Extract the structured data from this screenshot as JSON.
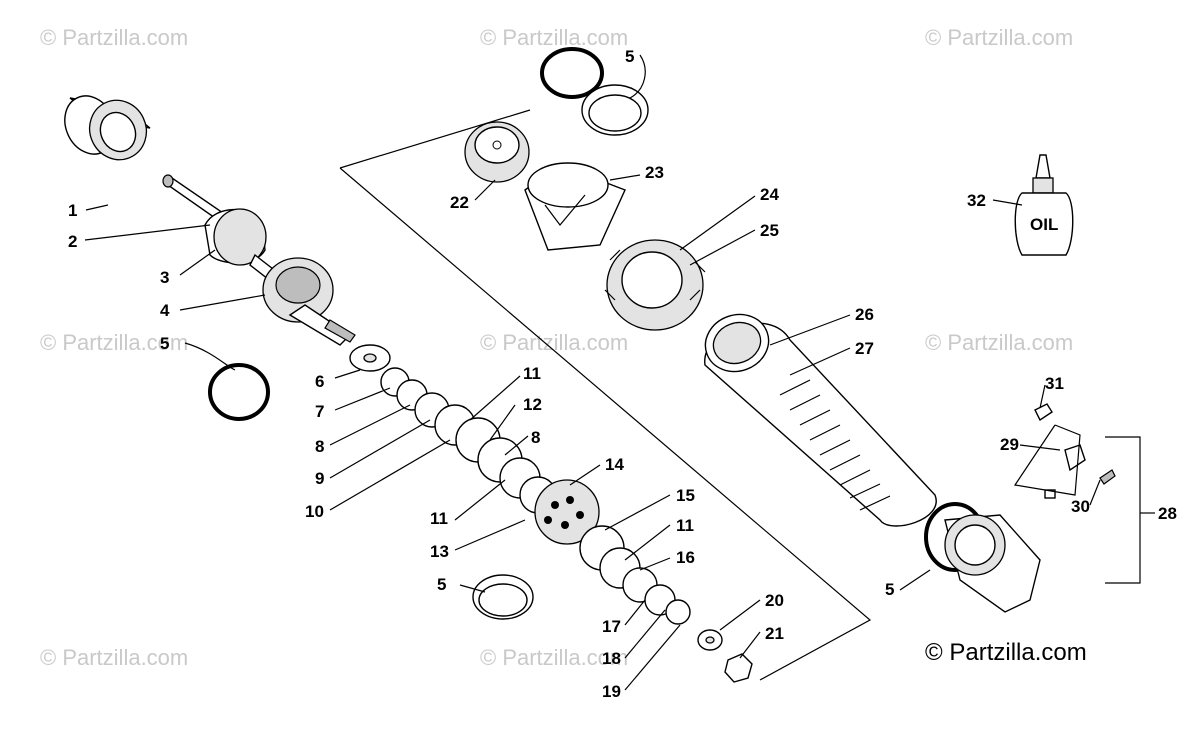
{
  "watermark": "© Partzilla.com",
  "copyright": "© Partzilla.com",
  "oil_label": "OIL",
  "callouts": {
    "c1": "1",
    "c2": "2",
    "c3": "3",
    "c4": "4",
    "c5a": "5",
    "c5b": "5",
    "c5c": "5",
    "c5d": "5",
    "c6": "6",
    "c7": "7",
    "c8a": "8",
    "c8b": "8",
    "c9": "9",
    "c10": "10",
    "c11a": "11",
    "c11b": "11",
    "c11c": "11",
    "c12": "12",
    "c13": "13",
    "c14": "14",
    "c15": "15",
    "c16": "16",
    "c17": "17",
    "c18": "18",
    "c19": "19",
    "c20": "20",
    "c21": "21",
    "c22": "22",
    "c23": "23",
    "c24": "24",
    "c25": "25",
    "c26": "26",
    "c27": "27",
    "c28": "28",
    "c29": "29",
    "c30": "30",
    "c31": "31",
    "c32": "32"
  }
}
